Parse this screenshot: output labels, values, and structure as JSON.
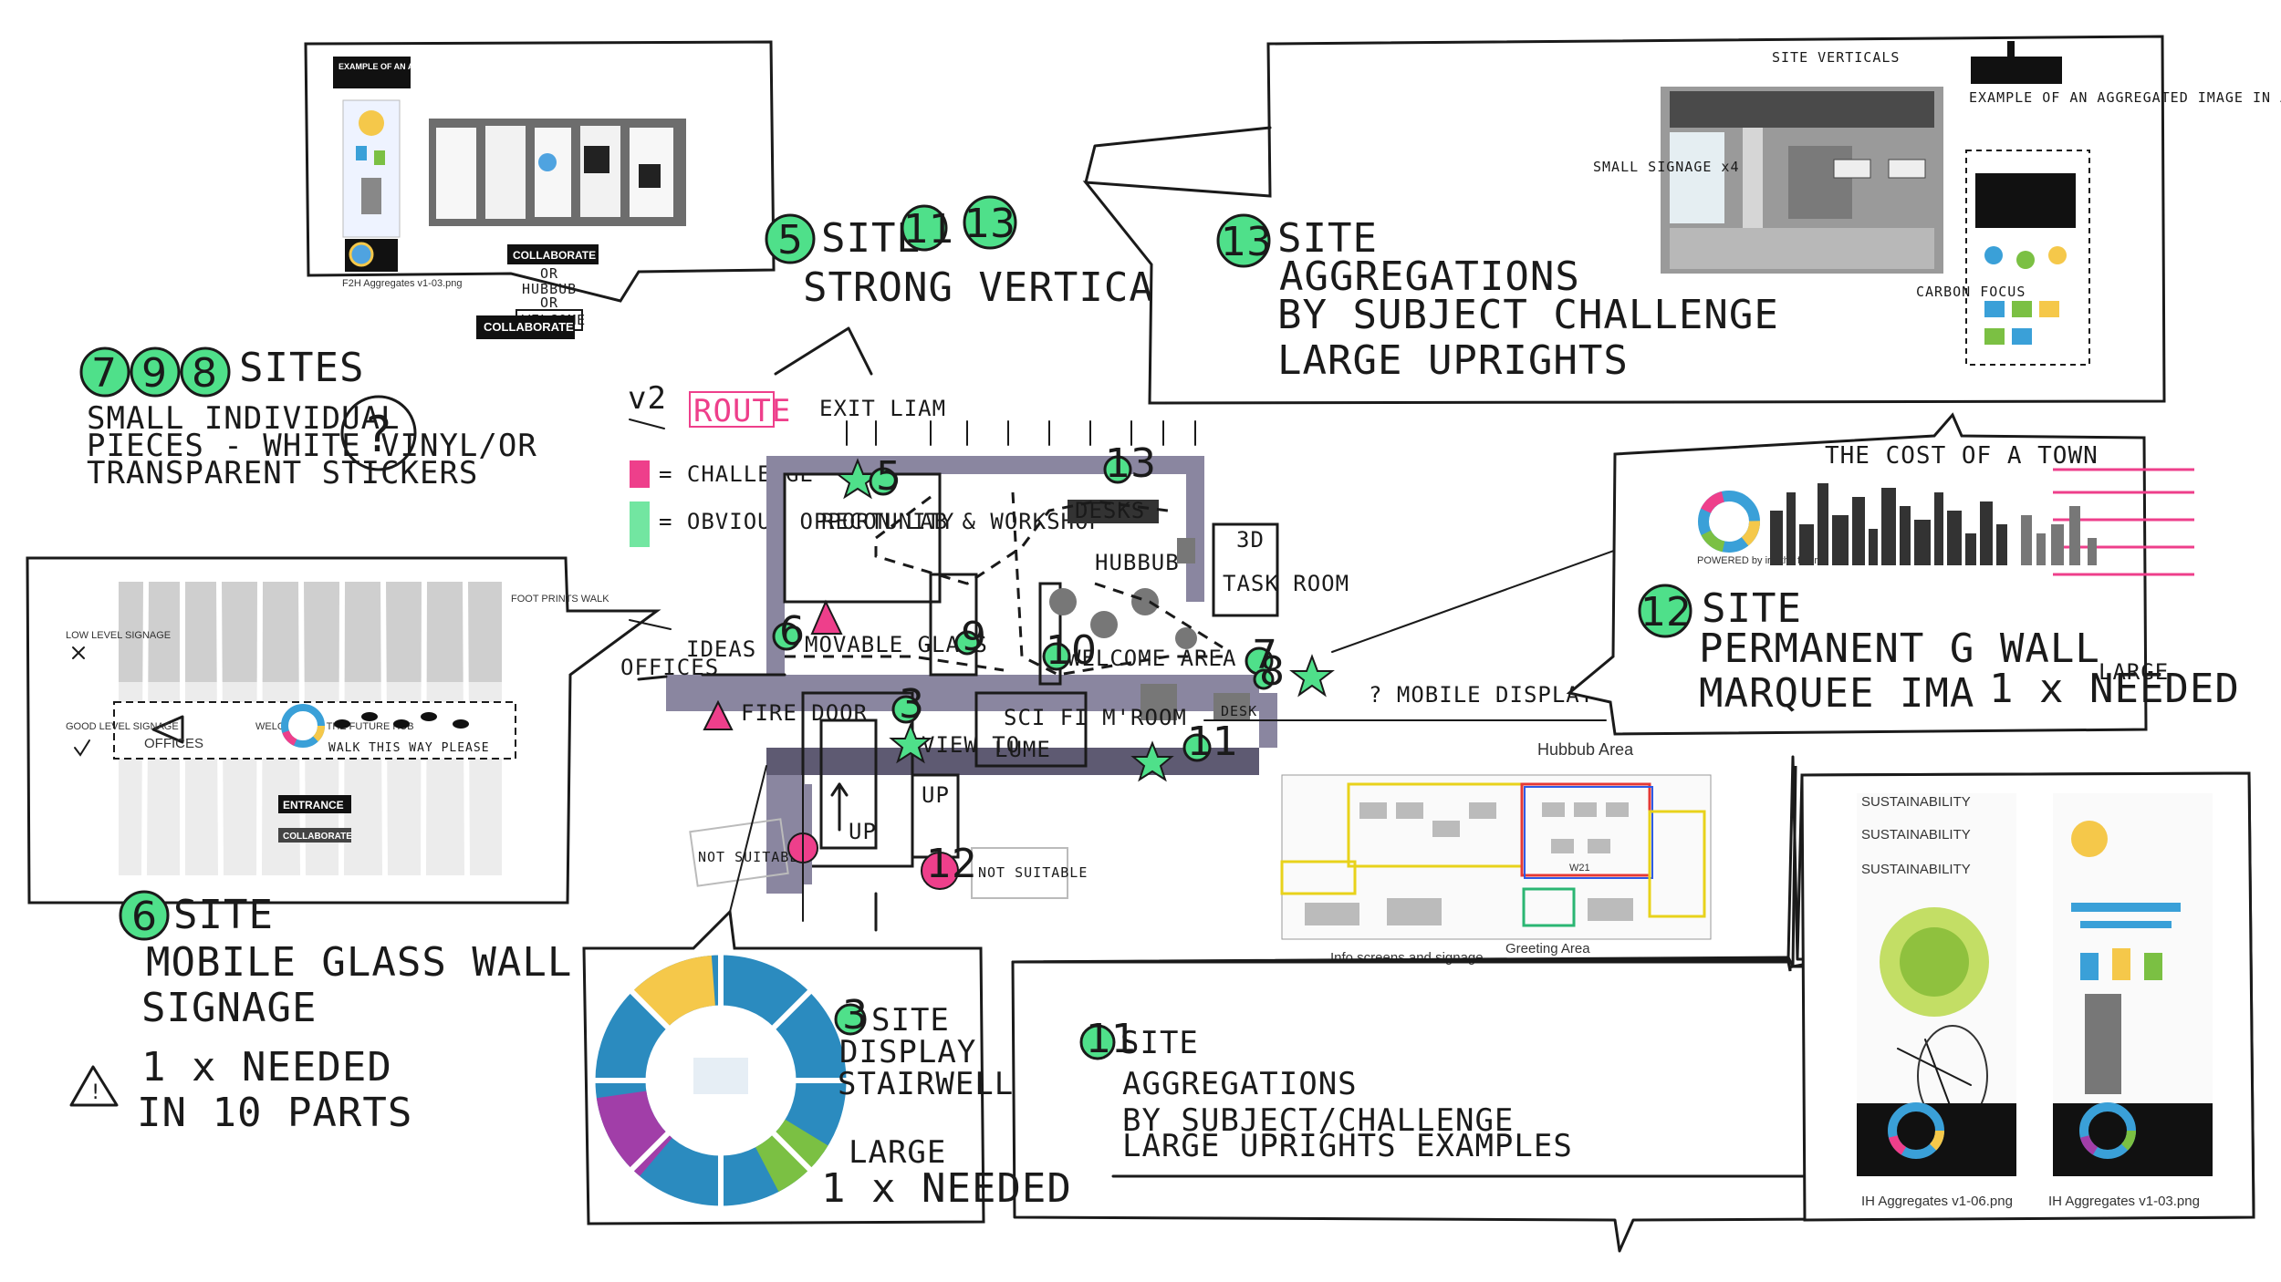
{
  "sites_789": {
    "numbers": [
      "7",
      "9",
      "8"
    ],
    "title": "SITES",
    "lines": [
      "SMALL INDIVIDUAL",
      "PIECES - WHITE VINYL/OR",
      "TRANSPARENT STICKERS"
    ],
    "question": "?"
  },
  "panel_top_left": {
    "example_label": "EXAMPLE OF AN AGGREGATE IMAGE",
    "file_caption": "F2H Aggregates v1-03.png",
    "collaborate": "COLLABORATE",
    "or1": "OR",
    "hubbub": "HUBBUB",
    "or2": "OR",
    "welcome": "WELCOME",
    "collaborate_sign": "COLLABORATE"
  },
  "callout_5": {
    "numbers": [
      "5",
      "11",
      "13"
    ],
    "title": "SITE",
    "line": "STRONG VERTICALS"
  },
  "callout_13": {
    "number": "13",
    "lines": [
      "SITE",
      "AGGREGATIONS",
      "BY SUBJECT CHALLENGE",
      "LARGE UPRIGHTS"
    ]
  },
  "panel_top_right": {
    "site_verticals": "SITE VERTICALS",
    "small_signage": "SMALL SIGNAGE x4",
    "example_text": "EXAMPLE OF AN AGGREGATED IMAGE IN A STRONG VERTICAL SHAPE",
    "carbon_focus": "CARBON FOCUS",
    "number": "13"
  },
  "map": {
    "version": "v2",
    "route": "ROUTE",
    "exit_lift": "EXIT LIAM",
    "legend_challenge": "= CHALLENGE",
    "legend_obvious": "= OBVIOUS OPPORTUNITY",
    "desks": "DESKS",
    "hubbub": "HUBBUB",
    "task_room": "TASK ROOM",
    "room_3d": "3D",
    "recon_lab": "RECON LAB & WORKSHOP",
    "ideas": "IDEAS",
    "movable_glass": "MOVABLE GLASS",
    "offices": "OFFICES",
    "fire_door": "FIRE DOOR",
    "welcome_area": "WELCOME AREA",
    "sci_fi_room": "SCI FI M'ROOM",
    "view_to": "VIEW TO",
    "lume": "LUME",
    "up1": "UP",
    "up2": "UP",
    "not_suitable1": "NOT SUITABLE",
    "not_suitable2": "NOT SUITABLE",
    "desk_label": "DESK",
    "mobile_display": "? MOBILE DISPLAY - FURNITURE ?",
    "hubbub_area": "Hubbub Area",
    "info_screens": "Info screens and signage",
    "greeting_area": "Greeting Area",
    "w21": "W21",
    "badges": [
      "5",
      "13",
      "6",
      "9",
      "10",
      "3",
      "7",
      "8",
      "11",
      "12"
    ]
  },
  "panel_cost": {
    "title": "THE COST OF A TOWN",
    "powered": "POWERED by iris the future"
  },
  "callout_12": {
    "number": "12",
    "lines": [
      "SITE",
      "PERMANENT G    WALL",
      "MARQUEE IMA"
    ],
    "large": "LARGE",
    "needed": "1 x NEEDED"
  },
  "panel_glass": {
    "offices": "OFFICES",
    "welcome": "WELCOME TO THE FUTURE HUB",
    "walk": "WALK THIS WAY PLEASE",
    "entrance": "ENTRANCE",
    "collaborate": "COLLABORATE",
    "side_top": "FOOT PRINTS WALK",
    "low_level": "LOW LEVEL SIGNAGE",
    "good_level": "GOOD LEVEL SIGNAGE"
  },
  "callout_6": {
    "number": "6",
    "title": "SITE",
    "lines": [
      "MOBILE GLASS WALL",
      "SIGNAGE"
    ],
    "needed": "1 x NEEDED",
    "parts": "IN 10 PARTS"
  },
  "panel_stairwell": {
    "number": "3",
    "lines": [
      "SITE",
      "DISPLAY",
      "STAIRWELL"
    ],
    "large": "LARGE",
    "needed": "1 x NEEDED"
  },
  "callout_11": {
    "number": "11",
    "lines": [
      "SITE",
      "AGGREGATIONS",
      "BY SUBJECT/CHALLENGE",
      "LARGE UPRIGHTS EXAMPLES"
    ]
  },
  "panel_sustain": {
    "sustain_small": "SUSTAINABILITY",
    "sustain_big": "SUSTAINABILITY",
    "caption1": "IH Aggregates v1-06.png",
    "caption2": "IH Aggregates v1-03.png"
  },
  "colors": {
    "green": "#4fe08a",
    "pink": "#ee3f8b",
    "ink": "#1a1a1a"
  }
}
